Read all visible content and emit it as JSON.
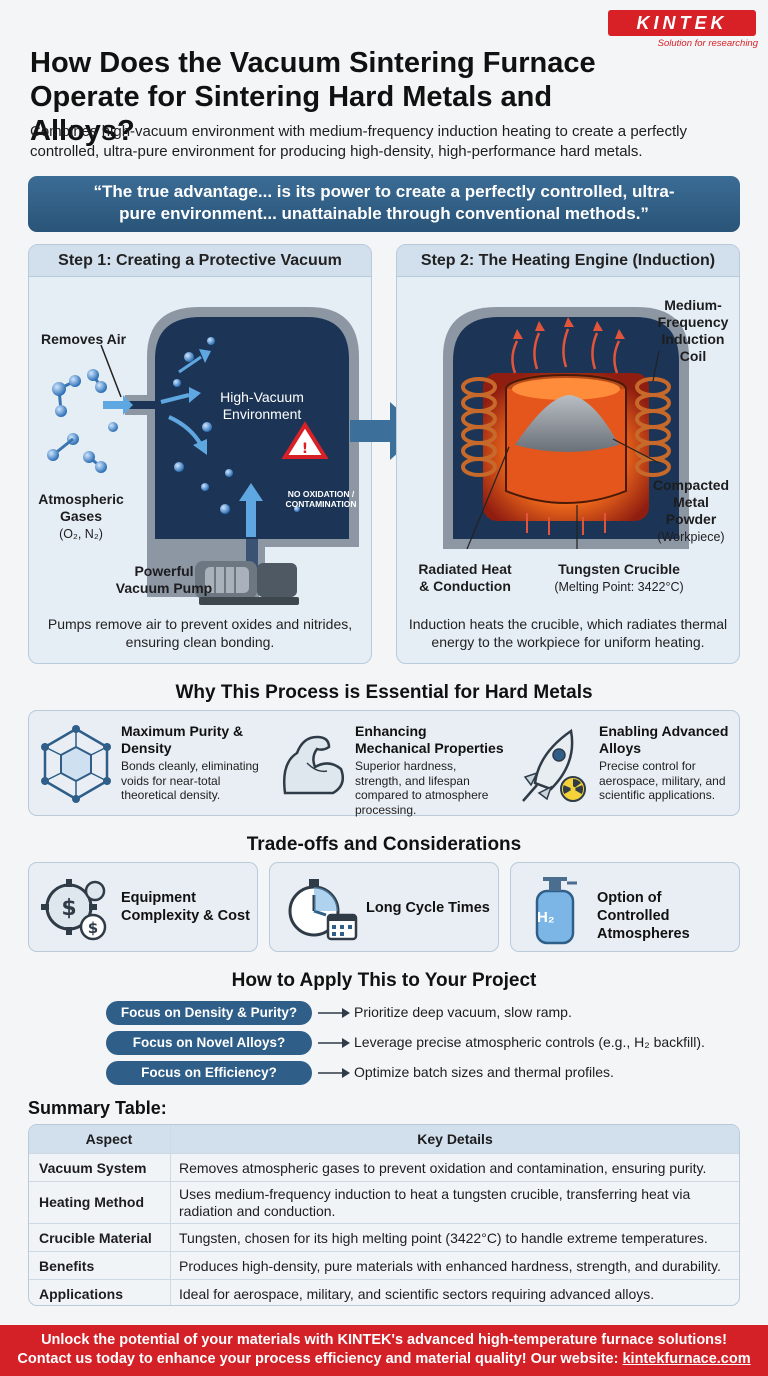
{
  "brand": {
    "name": "KINTEK",
    "tagline": "Solution for researching"
  },
  "title": "How Does the Vacuum Sintering Furnace Operate for Sintering Hard Metals and Alloys?",
  "subtitle": "Combines high-vacuum environment with medium-frequency induction heating to create a perfectly controlled, ultra-pure environment for producing high-density, high-performance hard metals.",
  "quote": "“The true advantage... is its power to create a perfectly controlled, ultra-pure environment... unattainable through conventional methods.”",
  "step1": {
    "title": "Step 1: Creating a Protective Vacuum",
    "removes_air": "Removes Air",
    "environment_line1": "High-Vacuum",
    "environment_line2": "Environment",
    "warning": "NO OXIDATION / CONTAMINATION",
    "gases_line1": "Atmospheric",
    "gases_line2": "Gases",
    "gases_formula": "(O₂, N₂)",
    "pump_line1": "Powerful",
    "pump_line2": "Vacuum Pump",
    "caption": "Pumps remove air to prevent oxides and nitrides, ensuring clean bonding."
  },
  "step2": {
    "title": "Step 2: The Heating Engine (Induction)",
    "coil_line1": "Medium-",
    "coil_line2": "Frequency",
    "coil_line3": "Induction",
    "coil_line4": "Coil",
    "powder_line1": "Compacted",
    "powder_line2": "Metal",
    "powder_line3": "Powder",
    "powder_note": "(Workpiece)",
    "radiated_line1": "Radiated Heat",
    "radiated_line2": "& Conduction",
    "crucible": "Tungsten Crucible",
    "crucible_note": "(Melting Point: 3422°C)",
    "caption": "Induction heats the crucible, which radiates thermal energy to the workpiece for uniform heating."
  },
  "essential": {
    "title": "Why This Process is Essential for Hard Metals",
    "items": [
      {
        "heading": "Maximum Purity & Density",
        "text": "Bonds cleanly, eliminating voids for near-total theoretical density.",
        "icon": "crystal-lattice-icon"
      },
      {
        "heading": "Enhancing Mechanical Properties",
        "text": "Superior hardness, strength, and lifespan compared to atmosphere processing.",
        "icon": "flexed-arm-icon"
      },
      {
        "heading": "Enabling Advanced Alloys",
        "text": "Precise control for aerospace, military, and scientific applications.",
        "icon": "rocket-icon"
      }
    ]
  },
  "tradeoffs": {
    "title": "Trade-offs and Considerations",
    "items": [
      {
        "label": "Equipment Complexity & Cost",
        "icon": "gear-dollar-icon"
      },
      {
        "label": "Long Cycle Times",
        "icon": "stopwatch-icon"
      },
      {
        "label": "Option of Controlled Atmospheres",
        "icon": "gas-cylinder-icon",
        "cylinder_label": "H₂"
      }
    ]
  },
  "apply": {
    "title": "How to Apply This to Your Project",
    "rows": [
      {
        "focus": "Focus on Density & Purity?",
        "advice": "Prioritize deep vacuum, slow ramp."
      },
      {
        "focus": "Focus on Novel Alloys?",
        "advice": "Leverage precise atmospheric controls (e.g., H₂ backfill)."
      },
      {
        "focus": "Focus on Efficiency?",
        "advice": "Optimize batch sizes and thermal profiles."
      }
    ]
  },
  "summary": {
    "title": "Summary Table:",
    "headers": [
      "Aspect",
      "Key Details"
    ],
    "rows": [
      [
        "Vacuum System",
        "Removes atmospheric gases to prevent oxidation and contamination, ensuring purity."
      ],
      [
        "Heating Method",
        "Uses medium-frequency induction to heat a tungsten crucible, transferring heat via radiation and conduction."
      ],
      [
        "Crucible Material",
        "Tungsten, chosen for its high melting point (3422°C) to handle extreme temperatures."
      ],
      [
        "Benefits",
        "Produces high-density, pure materials with enhanced hardness, strength, and durability."
      ],
      [
        "Applications",
        "Ideal for aerospace, military, and scientific sectors requiring advanced alloys."
      ]
    ]
  },
  "footer": {
    "line1": "Unlock the potential of your materials with KINTEK's advanced high-temperature furnace solutions!",
    "line2": "Contact us today to enhance your process efficiency and material quality! Our website:",
    "link": "kintekfurnace.com"
  },
  "colors": {
    "accent_blue": "#2f5f88",
    "brand_red": "#d82027",
    "panel_bg": "#e6eef5"
  }
}
